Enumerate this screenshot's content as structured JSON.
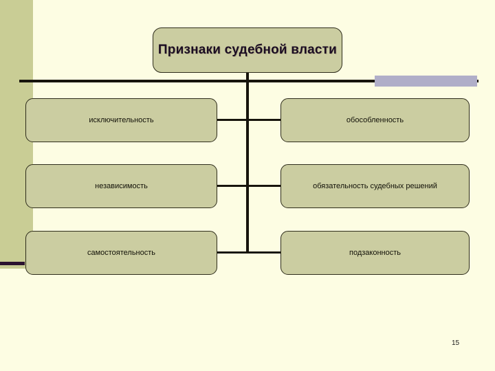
{
  "slide": {
    "page_number": "15",
    "background_color": "#fdfde3",
    "band_color": "#c9cd95",
    "accent_bar_color": "#b0aec8",
    "node_fill_color": "#cbcda1",
    "line_color": "#17140c"
  },
  "diagram": {
    "type": "hierarchy",
    "title": "Признаки судебной власти",
    "rows": [
      {
        "left": "исключительность",
        "right": "обособленность"
      },
      {
        "left": "независимость",
        "right": "обязательность судебных решений"
      },
      {
        "left": "самостоятельность",
        "right": "подзаконность"
      }
    ]
  }
}
